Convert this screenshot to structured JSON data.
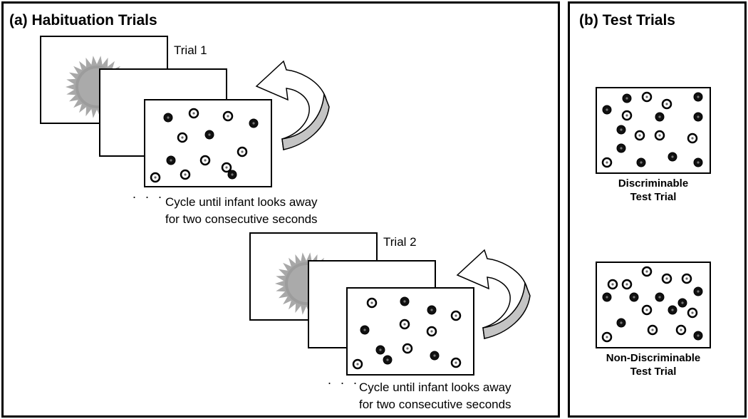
{
  "panel_a": {
    "title": "(a) Habituation Trials",
    "trial1_label": "Trial 1",
    "trial2_label": "Trial 2",
    "cycle_text_line1": "Cycle until infant looks away",
    "cycle_text_line2": "for two consecutive seconds"
  },
  "panel_b": {
    "title": "(b) Test Trials",
    "discriminable_line1": "Discriminable",
    "discriminable_line2": "Test Trial",
    "non_discriminable_line1": "Non-Discriminable",
    "non_discriminable_line2": "Test Trial"
  },
  "colors": {
    "border": "#000000",
    "sun": "#9a9a9a",
    "arrow_fill": "#c8c8c8",
    "dot_filled": "#111111",
    "dot_open": "#ffffff"
  }
}
